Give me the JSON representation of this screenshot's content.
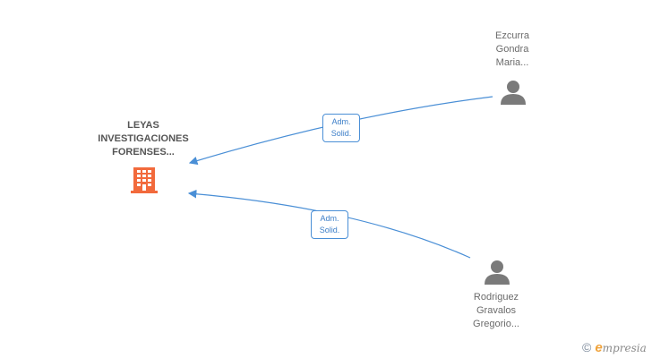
{
  "company": {
    "name_line1": "LEYAS",
    "name_line2": "INVESTIGACIONES",
    "name_line3": "FORENSES...",
    "icon": "building-icon",
    "color": "#f26a3c"
  },
  "people": [
    {
      "line1": "Ezcurra",
      "line2": "Gondra",
      "line3": "Maria...",
      "icon": "person-icon"
    },
    {
      "line1": "Rodriguez",
      "line2": "Gravalos",
      "line3": "Gregorio...",
      "icon": "person-icon"
    }
  ],
  "edges": [
    {
      "from": "Ezcurra Gondra Maria...",
      "to": "LEYAS INVESTIGACIONES FORENSES...",
      "label_line1": "Adm.",
      "label_line2": "Solid."
    },
    {
      "from": "Rodriguez Gravalos Gregorio...",
      "to": "LEYAS INVESTIGACIONES FORENSES...",
      "label_line1": "Adm.",
      "label_line2": "Solid."
    }
  ],
  "colors": {
    "edge": "#4a8fd6",
    "person": "#7a7a7a",
    "text": "#6b6b6b"
  },
  "brand": {
    "copyright": "©",
    "e": "e",
    "rest": "mpresia"
  }
}
